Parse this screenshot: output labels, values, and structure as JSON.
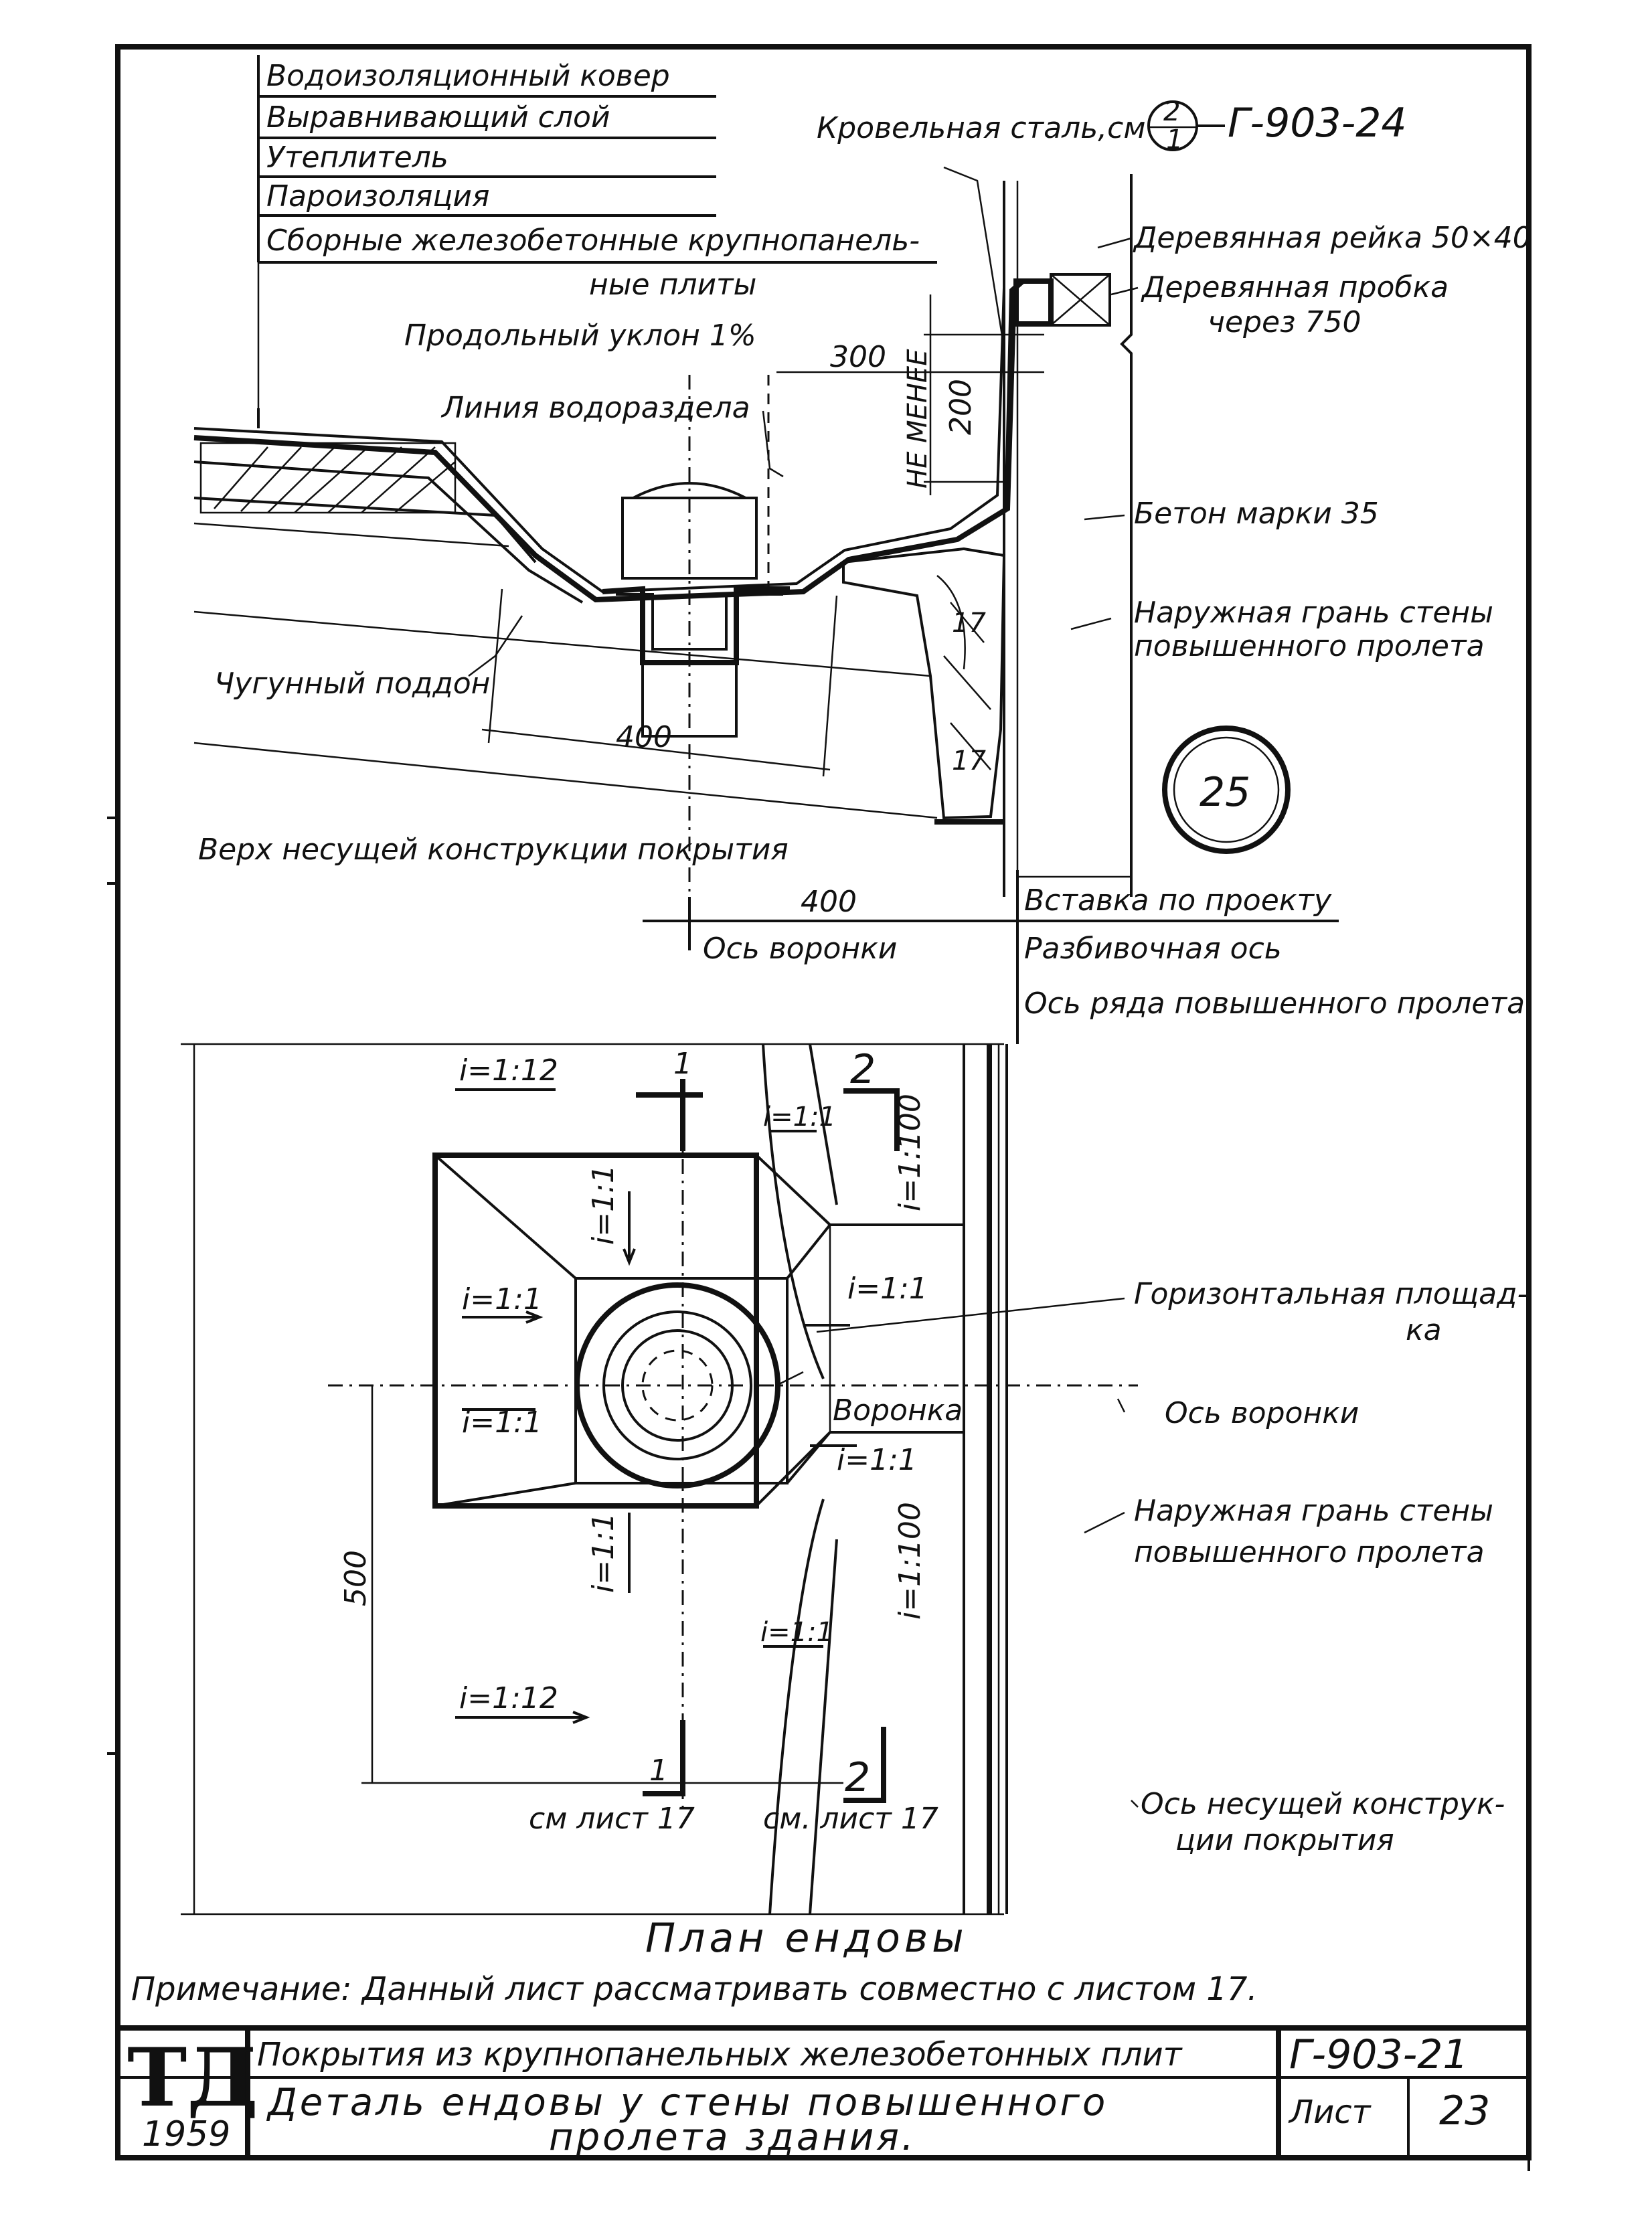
{
  "layers": [
    "Водоизоляционный ковер",
    "Выравнивающий слой",
    "Утеплитель",
    "Пароизоляция",
    "Сборные железобетонные крупнопанель-",
    "ные плиты"
  ],
  "section": {
    "roof_steel": "Кровельная сталь,см",
    "ref_num": "2",
    "ref_den": "1",
    "ref_doc": "Г-903-24",
    "slope": "Продольный уклон 1%",
    "dim_300": "300",
    "dim_200": "200",
    "not_less": "НЕ МЕНЕЕ",
    "watershed": "Линия водораздела",
    "wood_strip": "Деревянная рейка 50×40",
    "wood_plug_1": "Деревянная пробка",
    "wood_plug_2": "через 750",
    "concrete": "Бетон марки 35",
    "outer_face_1": "Наружная грань стены",
    "outer_face_2": "повышенного пролета",
    "cast_tray": "Чугунный поддон",
    "dim_400": "400",
    "mark_17a": "17",
    "mark_17b": "17",
    "bearing_top": "Верх несущей конструкции покрытия"
  },
  "detail_mark": "25",
  "axes": {
    "dim_400": "400",
    "funnel_axis": "Ось воронки",
    "insert": "Вставка по проекту",
    "layout_axis": "Разбивочная ось",
    "row_axis": "Ось ряда повышенного пролета"
  },
  "plan": {
    "slope_1_12_top": "i=1:12",
    "slope_1_12_bottom": "i=1:12",
    "slope_1_1_a": "i=1:1",
    "slope_1_1_b": "i=1:1",
    "slope_1_1_c": "i=1:1",
    "slope_1_1_d": "i=1:1",
    "slope_1_1_e": "i=1:1",
    "slope_1_1_f": "i=1:1",
    "slope_1_1_g": "i=1:1",
    "slope_1_1_h": "i=1:1",
    "slope_1_100_top": "i=1:100",
    "slope_1_100_bottom": "i=1:100",
    "cut_1": "1",
    "cut_2": "2",
    "cut_1_b": "1",
    "cut_2_b": "2",
    "funnel": "Воронка",
    "funnel_axis": "Ось воронки",
    "horiz_area_1": "Горизонтальная площад-",
    "horiz_area_2": "ка",
    "outer_face_1": "Наружная грань стены",
    "outer_face_2": "повышенного пролета",
    "dim_500": "500",
    "see_sheet_a": "см лист 17",
    "see_sheet_b": "см. лист 17",
    "bearing_axis_1": "Ось несущей конструк-",
    "bearing_axis_2": "ции покрытия",
    "title": "План ендовы"
  },
  "note": "Примечание: Данный лист рассматривать совместно с листом 17.",
  "title_block": {
    "logo": "ТД",
    "year": "1959",
    "series": "Покрытия из крупнопанельных железобетонных плит",
    "code": "Г-903-21",
    "title_1": "Деталь ендовы у стены повышенного",
    "title_2": "пролета здания.",
    "sheet_label": "Лист",
    "sheet_no": "23"
  }
}
